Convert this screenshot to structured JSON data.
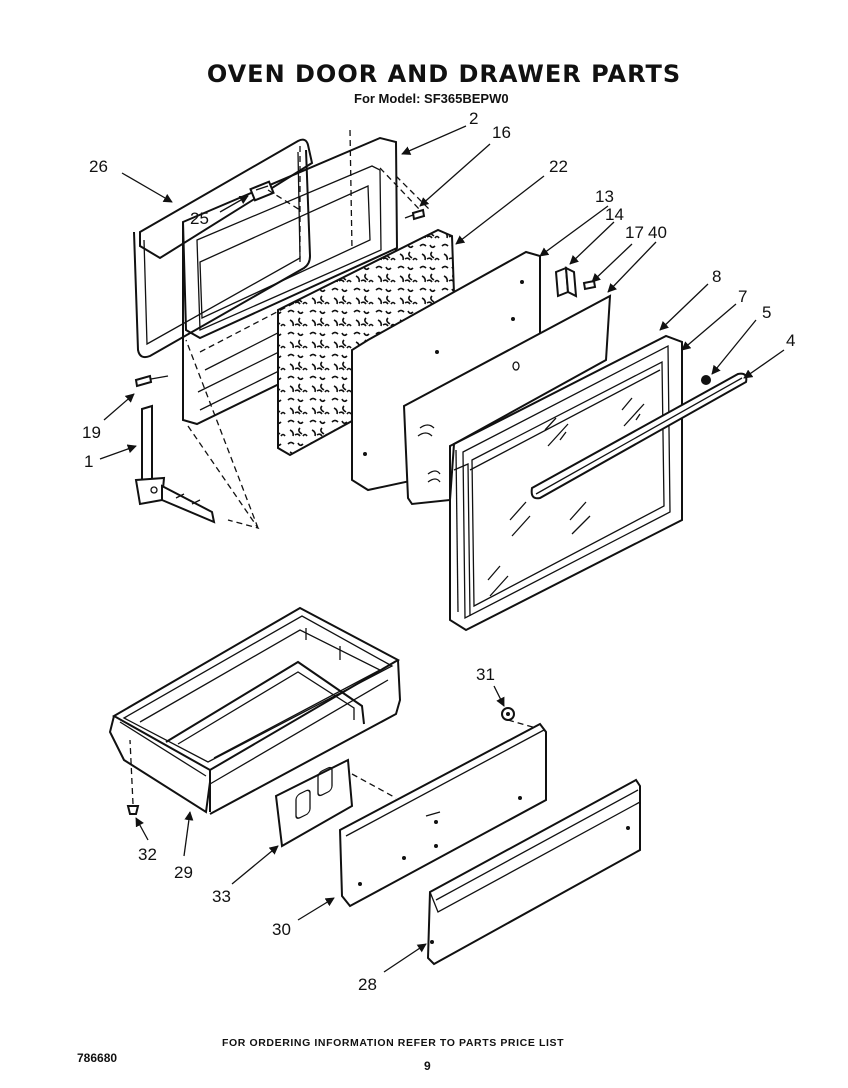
{
  "title": "OVEN DOOR AND  DRAWER PARTS",
  "subtitle": "For Model: SF365BEPW0",
  "footer": "FOR ORDERING INFORMATION REFER TO PARTS PRICE LIST",
  "doc_number": "786680",
  "page_number": "9",
  "callouts": {
    "c1": "1",
    "c2": "2",
    "c4": "4",
    "c5": "5",
    "c7": "7",
    "c8": "8",
    "c13": "13",
    "c14": "14",
    "c16": "16",
    "c17": "17",
    "c19": "19",
    "c22": "22",
    "c25": "25",
    "c26": "26",
    "c28": "28",
    "c29": "29",
    "c30": "30",
    "c31": "31",
    "c32": "32",
    "c33": "33",
    "c40": "40"
  }
}
